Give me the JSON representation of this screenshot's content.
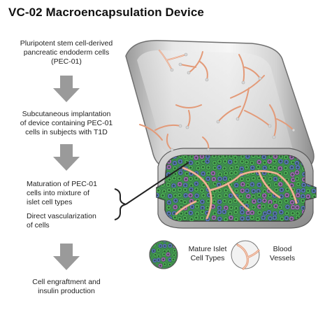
{
  "title": "VC-02 Macroencapsulation Device",
  "steps": [
    {
      "lines": [
        "Pluripotent stem cell-derived",
        "pancreatic endoderm cells",
        "(PEC-01)"
      ]
    },
    {
      "lines": [
        "Subcutaneous implantation",
        "of device containing PEC-01",
        "cells in subjects with T1D"
      ]
    },
    {
      "lines": [
        "Maturation of PEC-01",
        "cells into mixture of",
        "islet cell types"
      ]
    },
    {
      "lines": [
        "Direct vascularization",
        "of cells"
      ]
    },
    {
      "lines": [
        "Cell engraftment and",
        "insulin production"
      ]
    }
  ],
  "legend": {
    "islet": {
      "lines": [
        "Mature Islet",
        "Cell Types"
      ]
    },
    "vessels": {
      "lines": [
        "Blood",
        "Vessels"
      ]
    }
  },
  "colors": {
    "arrow": "#9a9a9a",
    "vessel": "#e39a78",
    "cell_green": "#4cae55",
    "cell_blue": "#5a74b8",
    "cell_purple": "#a066b4",
    "device_gray": "#c8c8c8"
  },
  "icons": {
    "step_arrow": "down-arrow-icon",
    "bracket": "curly-brace-icon"
  }
}
